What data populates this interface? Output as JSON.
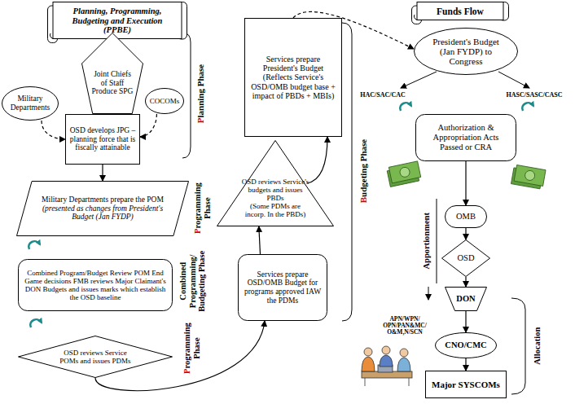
{
  "diagram": {
    "nodes": [
      {
        "text": [
          "Planning, Programming, Budgeting and Execution (PPBE)"
        ]
      },
      {
        "text": [
          "Joint Chiefs of Staff Produce SPG"
        ]
      },
      {
        "text": [
          "Military Departments"
        ]
      },
      {
        "text": [
          "COCOMs"
        ]
      },
      {
        "text": [
          "OSD develops JPG – planning force that is fiscally attainable"
        ]
      },
      {
        "text": [
          "Military Departments prepare the POM",
          "(presented as changes from President's Budget (Jan FYDP)"
        ]
      },
      {
        "text": [
          "Combined Program/Budget Review POM End Game decisions FMB reviews Major Claimant's DON Budgets and issues marks which establish the OSD baseline"
        ]
      },
      {
        "text": [
          "OSD reviews Service POMs and issues PDMs"
        ]
      },
      {
        "text": [
          "Services prepare OSD/OMB Budget for programs approved IAW the PDMs"
        ]
      },
      {
        "text": [
          "OSD reviews Service's budgets and issues PBDs",
          "(Some PDMs are incorp. In the PBDs)"
        ]
      },
      {
        "text": [
          "Services prepare President's Budget",
          "(Reflects Service's OSD/OMB budget base + impact of PBDs + MBIs)"
        ]
      },
      {
        "text": [
          "Funds Flow"
        ]
      },
      {
        "text": [
          "President's Budget (Jan FYDP) to Congress"
        ]
      },
      {
        "text": [
          "Authorization & Appropriation Acts Passed or CRA"
        ]
      },
      {
        "text": [
          "OMB"
        ]
      },
      {
        "text": [
          "OSD"
        ]
      },
      {
        "text": [
          "DON"
        ]
      },
      {
        "text": [
          "CNO/CMC"
        ]
      },
      {
        "text": [
          "Major SYSCOMs"
        ]
      }
    ],
    "edges": [
      {
        "from": 2,
        "to": 4,
        "arrow": "to"
      },
      {
        "from": 3,
        "to": 4,
        "arrow": "to"
      },
      {
        "from": 4,
        "to": 5,
        "arrow": "to"
      },
      {
        "from": 7,
        "to": 8,
        "arrow": "to"
      },
      {
        "from": 8,
        "to": 9,
        "arrow": "to"
      },
      {
        "from": 9,
        "to": 10,
        "arrow": "to"
      },
      {
        "from": 10,
        "to": 12,
        "arrow": "to"
      },
      {
        "from": 13,
        "to": 14,
        "arrow": "to"
      },
      {
        "from": 14,
        "to": 15,
        "arrow": "to"
      },
      {
        "from": 15,
        "to": 16,
        "arrow": "to"
      },
      {
        "from": 16,
        "to": 17,
        "arrow": "to"
      },
      {
        "from": 17,
        "to": 18,
        "arrow": "to"
      }
    ],
    "labels": [
      "Planning Phase",
      "Programming Phase",
      "Combined Programming/ Budgeting Phase",
      "Programming Phase",
      "Budgeting Phase",
      "HAC/SAC/CAC",
      "HASC/SASC/CASC",
      "Apportionment",
      "APN/WPN/ OPN/PAN&MC/ O&M,N/SCN",
      "Allocation"
    ]
  }
}
